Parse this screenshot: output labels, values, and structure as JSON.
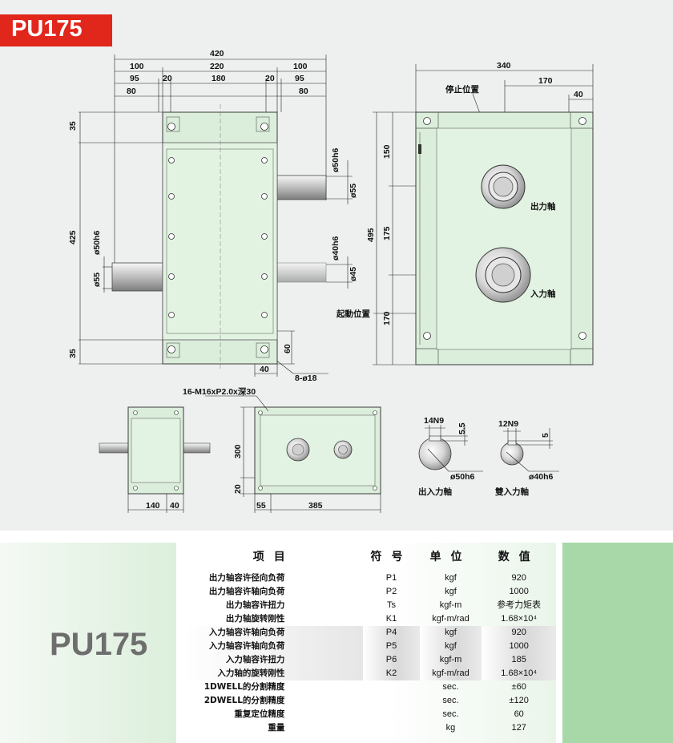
{
  "badge": {
    "model": "PU175",
    "color": "#e1261c"
  },
  "front_view": {
    "dims_top": {
      "overall": "420",
      "left_ext": "100",
      "body": "220",
      "right_ext": "100",
      "l95": "95",
      "l20": "20",
      "mid180": "180",
      "r20": "20",
      "r95": "95",
      "l80": "80",
      "r80": "80"
    },
    "dims_left": {
      "top35": "35",
      "height425": "425",
      "bottom35": "35",
      "shaft_h6": "ø50h6",
      "shaft_d": "ø55"
    },
    "dims_right": {
      "shaft1_h6": "ø50h6",
      "shaft1_d": "ø55",
      "shaft2_h6": "ø40h6",
      "shaft2_d": "ø45",
      "foot60": "60",
      "foot40": "40",
      "holes": "8-ø18"
    }
  },
  "side_view": {
    "dims": {
      "width340": "340",
      "w170": "170",
      "w40": "40",
      "h495": "495",
      "h150": "150",
      "h175": "175",
      "h170": "170"
    },
    "labels": {
      "stop_pos": "停止位置",
      "output_shaft": "出力軸",
      "input_shaft": "入力軸",
      "start_pos": "起動位置"
    }
  },
  "bottom_views": {
    "end_view": {
      "d140": "140",
      "d40": "40"
    },
    "top_view": {
      "tapped": "16-M16xP2.0x深30",
      "h300": "300",
      "h20": "20",
      "w55": "55",
      "w385": "385"
    },
    "keyways": {
      "out_key": "14N9",
      "out_depth": "5.5",
      "out_shaft": "ø50h6",
      "out_label": "出入力軸",
      "in_key": "12N9",
      "in_depth": "5",
      "in_shaft": "ø40h6",
      "in_label": "雙入力軸"
    }
  },
  "spec": {
    "model": "PU175",
    "headers": [
      "项目",
      "符号",
      "单位",
      "数值"
    ],
    "rows": [
      {
        "item": "出力轴容许径向负荷",
        "symbol": "P1",
        "unit": "kgf",
        "value": "920",
        "highlight": false
      },
      {
        "item": "出力轴容许轴向负荷",
        "symbol": "P2",
        "unit": "kgf",
        "value": "1000",
        "highlight": false
      },
      {
        "item": "出力轴容许扭力",
        "symbol": "Ts",
        "unit": "kgf-m",
        "value": "参考力矩表",
        "highlight": false
      },
      {
        "item": "出力轴旋转刚性",
        "symbol": "K1",
        "unit": "kgf-m/rad",
        "value": "1.68×10⁴",
        "highlight": false
      },
      {
        "item": "入力轴容许轴向负荷",
        "symbol": "P4",
        "unit": "kgf",
        "value": "920",
        "highlight": true
      },
      {
        "item": "入力轴容许轴向负荷",
        "symbol": "P5",
        "unit": "kgf",
        "value": "1000",
        "highlight": true
      },
      {
        "item": "入力轴容许扭力",
        "symbol": "P6",
        "unit": "kgf-m",
        "value": "185",
        "highlight": true
      },
      {
        "item": "入力轴的旋转刚性",
        "symbol": "K2",
        "unit": "kgf-m/rad",
        "value": "1.68×10⁴",
        "highlight": true
      },
      {
        "item": "1DWELL的分割精度",
        "symbol": "",
        "unit": "sec.",
        "value": "±60",
        "highlight": false
      },
      {
        "item": "2DWELL的分割精度",
        "symbol": "",
        "unit": "sec.",
        "value": "±120",
        "highlight": false
      },
      {
        "item": "重复定位精度",
        "symbol": "",
        "unit": "sec.",
        "value": "60",
        "highlight": false
      },
      {
        "item": "重量",
        "symbol": "",
        "unit": "kg",
        "value": "127",
        "highlight": false
      }
    ]
  },
  "colors": {
    "body_fill": "#dbeedb",
    "panel_green": "#a8d8a8",
    "drawing_bg": "#eef0ef"
  }
}
